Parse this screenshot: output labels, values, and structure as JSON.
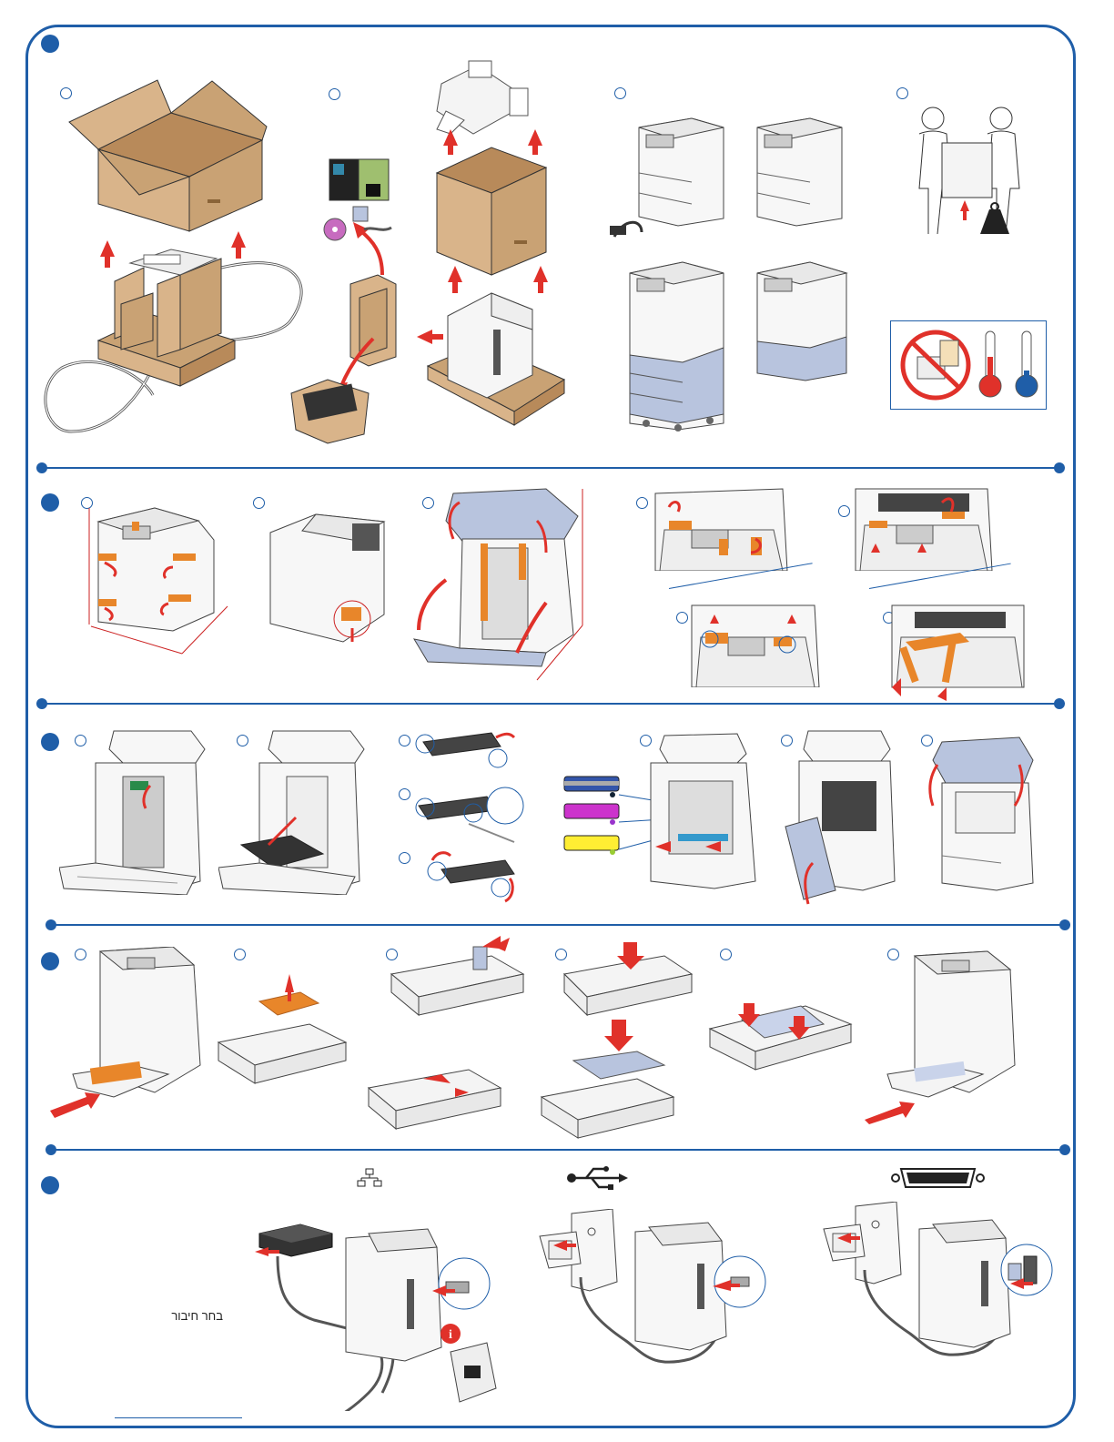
{
  "connect": {
    "caption": "בחר חיבור",
    "options": [
      {
        "icon": "network-icon"
      },
      {
        "icon": "usb-icon"
      },
      {
        "icon": "parallel-port-icon"
      }
    ]
  },
  "sections": [
    {
      "icon": "unpack-section"
    },
    {
      "icon": "remove-tape-section"
    },
    {
      "icon": "install-cartridges-section"
    },
    {
      "icon": "load-tray-section"
    },
    {
      "icon": "connect-cable-section"
    }
  ],
  "colors": {
    "brand_blue": "#1f5ea8",
    "cardboard": "#d9b48a",
    "cardboard_dark": "#b88a5a",
    "arrow_red": "#e0312a",
    "tape_orange": "#e8862a",
    "printer_base": "#b8c4de"
  }
}
